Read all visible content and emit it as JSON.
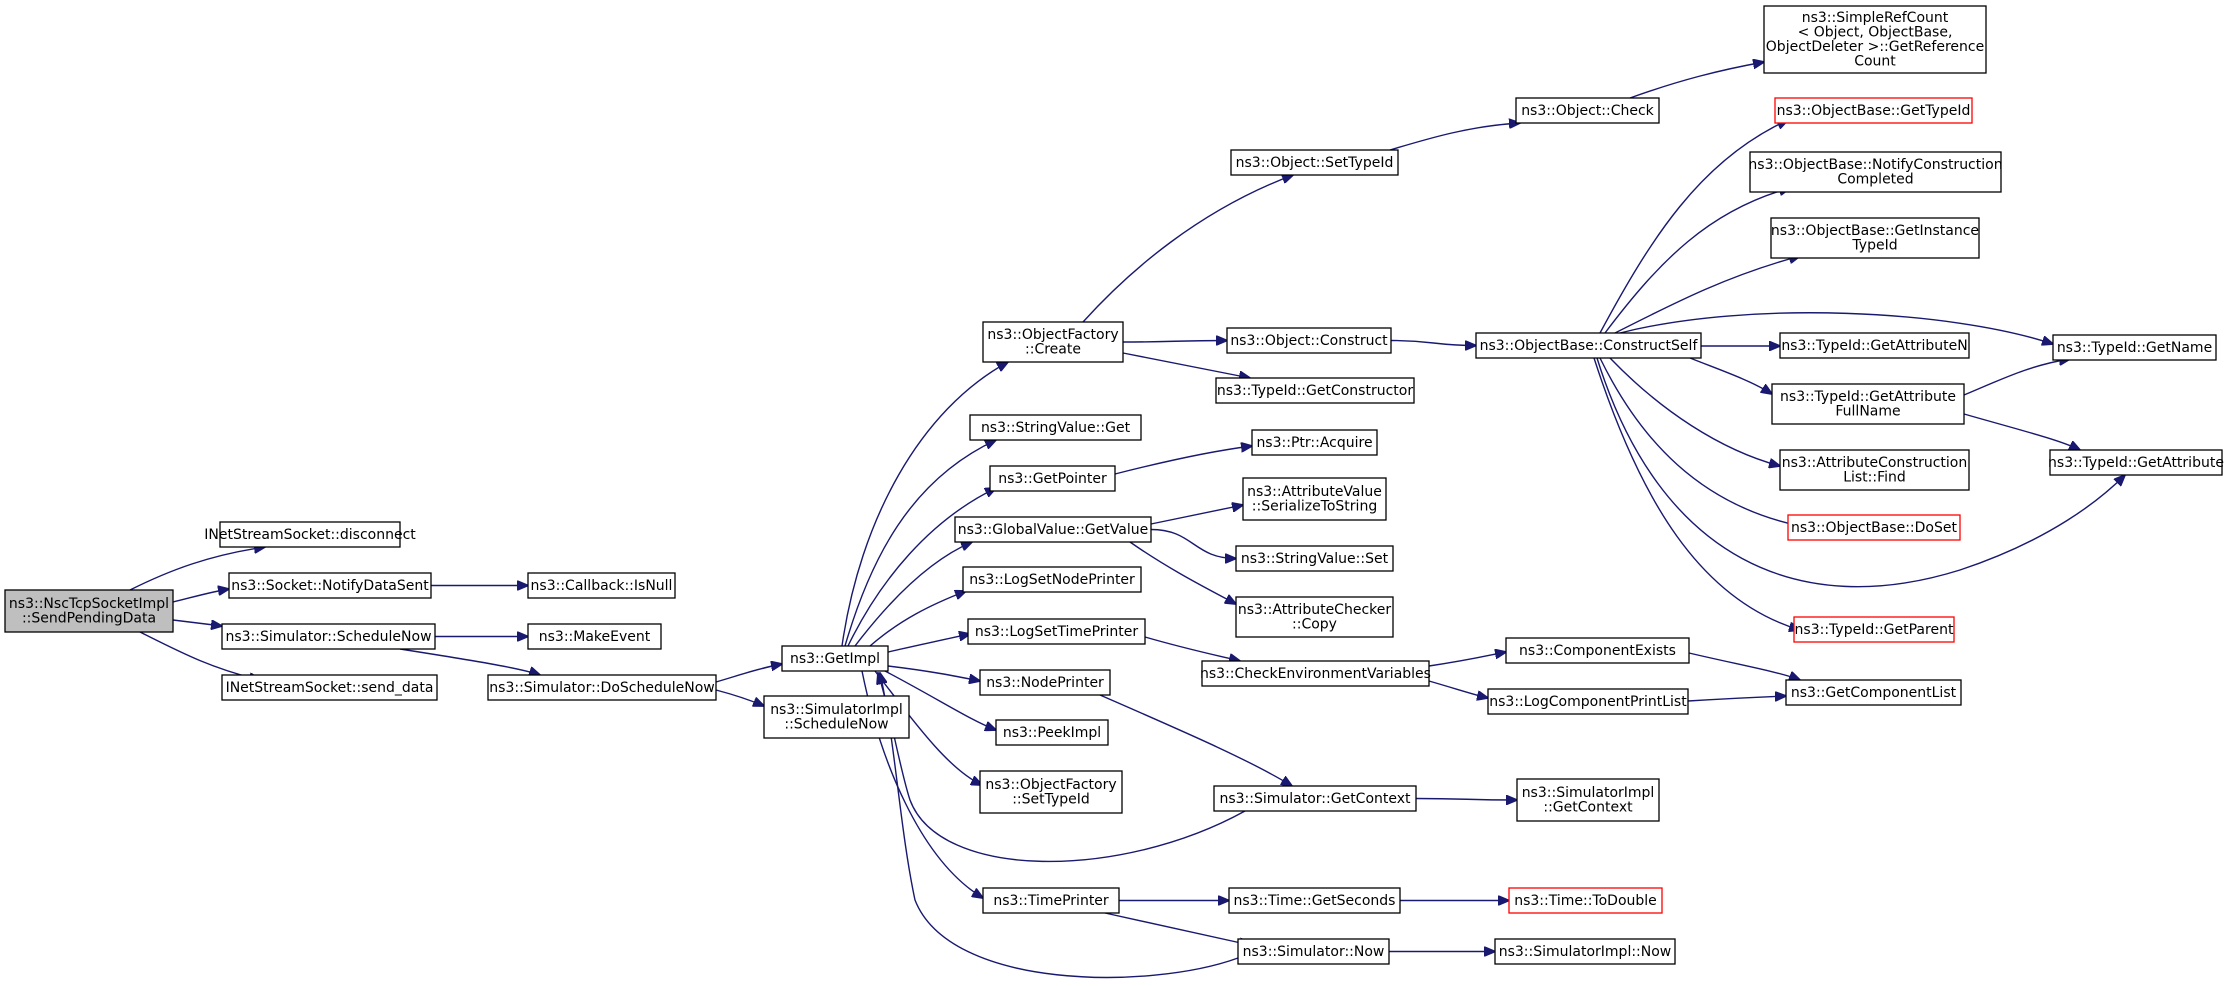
{
  "colors": {
    "edge": "#191970",
    "node_border": "#000000",
    "root_fill": "#bfbfbf",
    "flag_border": "#ff0000"
  },
  "nodes": [
    {
      "id": "root",
      "lines": [
        "ns3::NscTcpSocketImpl",
        "::SendPendingData"
      ],
      "style": "root"
    },
    {
      "id": "disconnect",
      "lines": [
        "INetStreamSocket::disconnect"
      ]
    },
    {
      "id": "notifyds",
      "lines": [
        "ns3::Socket::NotifyDataSent"
      ]
    },
    {
      "id": "isnull",
      "lines": [
        "ns3::Callback::IsNull"
      ]
    },
    {
      "id": "schednow",
      "lines": [
        "ns3::Simulator::ScheduleNow"
      ]
    },
    {
      "id": "makeevent",
      "lines": [
        "ns3::MakeEvent"
      ]
    },
    {
      "id": "senddata",
      "lines": [
        "INetStreamSocket::send_data"
      ]
    },
    {
      "id": "doschednow",
      "lines": [
        "ns3::Simulator::DoScheduleNow"
      ]
    },
    {
      "id": "getimpl",
      "lines": [
        "ns3::GetImpl"
      ]
    },
    {
      "id": "simimplsched",
      "lines": [
        "ns3::SimulatorImpl",
        "::ScheduleNow"
      ]
    },
    {
      "id": "ofcreate",
      "lines": [
        "ns3::ObjectFactory",
        "::Create"
      ]
    },
    {
      "id": "strget",
      "lines": [
        "ns3::StringValue::Get"
      ]
    },
    {
      "id": "getpointer",
      "lines": [
        "ns3::GetPointer"
      ]
    },
    {
      "id": "gvgetvalue",
      "lines": [
        "ns3::GlobalValue::GetValue"
      ]
    },
    {
      "id": "lognode",
      "lines": [
        "ns3::LogSetNodePrinter"
      ]
    },
    {
      "id": "logtime",
      "lines": [
        "ns3::LogSetTimePrinter"
      ]
    },
    {
      "id": "nodeprinter",
      "lines": [
        "ns3::NodePrinter"
      ]
    },
    {
      "id": "peekimpl",
      "lines": [
        "ns3::PeekImpl"
      ]
    },
    {
      "id": "ofsettypeid",
      "lines": [
        "ns3::ObjectFactory",
        "::SetTypeId"
      ]
    },
    {
      "id": "timeprinter",
      "lines": [
        "ns3::TimePrinter"
      ]
    },
    {
      "id": "objsettypeid",
      "lines": [
        "ns3::Object::SetTypeId"
      ]
    },
    {
      "id": "objconstruct",
      "lines": [
        "ns3::Object::Construct"
      ]
    },
    {
      "id": "getconstructor",
      "lines": [
        "ns3::TypeId::GetConstructor"
      ]
    },
    {
      "id": "ptracquire",
      "lines": [
        "ns3::Ptr::Acquire"
      ]
    },
    {
      "id": "avserialize",
      "lines": [
        "ns3::AttributeValue",
        "::SerializeToString"
      ]
    },
    {
      "id": "strset",
      "lines": [
        "ns3::StringValue::Set"
      ]
    },
    {
      "id": "accopy",
      "lines": [
        "ns3::AttributeChecker",
        "::Copy"
      ]
    },
    {
      "id": "checkenv",
      "lines": [
        "ns3::CheckEnvironmentVariables"
      ]
    },
    {
      "id": "simgetcontext",
      "lines": [
        "ns3::Simulator::GetContext"
      ]
    },
    {
      "id": "timegetsec",
      "lines": [
        "ns3::Time::GetSeconds"
      ]
    },
    {
      "id": "simnow",
      "lines": [
        "ns3::Simulator::Now"
      ]
    },
    {
      "id": "objcheck",
      "lines": [
        "ns3::Object::Check"
      ]
    },
    {
      "id": "obconstructself",
      "lines": [
        "ns3::ObjectBase::ConstructSelf"
      ]
    },
    {
      "id": "compexists",
      "lines": [
        "ns3::ComponentExists"
      ]
    },
    {
      "id": "logcomplist",
      "lines": [
        "ns3::LogComponentPrintList"
      ]
    },
    {
      "id": "simimplgetctx",
      "lines": [
        "ns3::SimulatorImpl",
        "::GetContext"
      ]
    },
    {
      "id": "timetodouble",
      "lines": [
        "ns3::Time::ToDouble"
      ],
      "style": "red"
    },
    {
      "id": "simimplnow",
      "lines": [
        "ns3::SimulatorImpl::Now"
      ]
    },
    {
      "id": "simplerefcount",
      "lines": [
        "ns3::SimpleRefCount",
        "< Object, ObjectBase,",
        "ObjectDeleter >::GetReference",
        "Count"
      ]
    },
    {
      "id": "obgettypeid",
      "lines": [
        "ns3::ObjectBase::GetTypeId"
      ],
      "style": "red"
    },
    {
      "id": "obnotify",
      "lines": [
        "ns3::ObjectBase::NotifyConstruction",
        "Completed"
      ]
    },
    {
      "id": "obgetinstance",
      "lines": [
        "ns3::ObjectBase::GetInstance",
        "TypeId"
      ]
    },
    {
      "id": "tidgetattrn",
      "lines": [
        "ns3::TypeId::GetAttributeN"
      ]
    },
    {
      "id": "tidgetattrfull",
      "lines": [
        "ns3::TypeId::GetAttribute",
        "FullName"
      ]
    },
    {
      "id": "acfind",
      "lines": [
        "ns3::AttributeConstruction",
        "List::Find"
      ]
    },
    {
      "id": "obdoset",
      "lines": [
        "ns3::ObjectBase::DoSet"
      ],
      "style": "red"
    },
    {
      "id": "tidgetparent",
      "lines": [
        "ns3::TypeId::GetParent"
      ],
      "style": "red"
    },
    {
      "id": "getcomplist",
      "lines": [
        "ns3::GetComponentList"
      ]
    },
    {
      "id": "tidgetname",
      "lines": [
        "ns3::TypeId::GetName"
      ]
    },
    {
      "id": "tidgetattr",
      "lines": [
        "ns3::TypeId::GetAttribute"
      ]
    }
  ],
  "edges": [
    [
      "root",
      "disconnect"
    ],
    [
      "root",
      "notifyds"
    ],
    [
      "root",
      "schednow"
    ],
    [
      "root",
      "senddata"
    ],
    [
      "notifyds",
      "isnull"
    ],
    [
      "schednow",
      "makeevent"
    ],
    [
      "schednow",
      "doschednow"
    ],
    [
      "doschednow",
      "getimpl"
    ],
    [
      "doschednow",
      "simimplsched"
    ],
    [
      "getimpl",
      "ofcreate"
    ],
    [
      "getimpl",
      "strget"
    ],
    [
      "getimpl",
      "getpointer"
    ],
    [
      "getimpl",
      "gvgetvalue"
    ],
    [
      "getimpl",
      "lognode"
    ],
    [
      "getimpl",
      "logtime"
    ],
    [
      "getimpl",
      "nodeprinter"
    ],
    [
      "getimpl",
      "peekimpl"
    ],
    [
      "getimpl",
      "ofsettypeid"
    ],
    [
      "getimpl",
      "timeprinter"
    ],
    [
      "ofcreate",
      "objsettypeid"
    ],
    [
      "ofcreate",
      "objconstruct"
    ],
    [
      "ofcreate",
      "getconstructor"
    ],
    [
      "getpointer",
      "ptracquire"
    ],
    [
      "gvgetvalue",
      "avserialize"
    ],
    [
      "gvgetvalue",
      "strset"
    ],
    [
      "gvgetvalue",
      "accopy"
    ],
    [
      "logtime",
      "checkenv"
    ],
    [
      "nodeprinter",
      "simgetcontext"
    ],
    [
      "timeprinter",
      "timegetsec"
    ],
    [
      "timeprinter",
      "simnow"
    ],
    [
      "objsettypeid",
      "objcheck"
    ],
    [
      "objconstruct",
      "obconstructself"
    ],
    [
      "checkenv",
      "compexists"
    ],
    [
      "checkenv",
      "logcomplist"
    ],
    [
      "simgetcontext",
      "getimpl"
    ],
    [
      "simgetcontext",
      "simimplgetctx"
    ],
    [
      "timegetsec",
      "timetodouble"
    ],
    [
      "simnow",
      "getimpl"
    ],
    [
      "simnow",
      "simimplnow"
    ],
    [
      "objcheck",
      "simplerefcount"
    ],
    [
      "obconstructself",
      "obgettypeid"
    ],
    [
      "obconstructself",
      "obnotify"
    ],
    [
      "obconstructself",
      "obgetinstance"
    ],
    [
      "obconstructself",
      "tidgetname"
    ],
    [
      "obconstructself",
      "tidgetattrn"
    ],
    [
      "obconstructself",
      "tidgetattrfull"
    ],
    [
      "obconstructself",
      "acfind"
    ],
    [
      "obconstructself",
      "obdoset"
    ],
    [
      "obconstructself",
      "tidgetattr"
    ],
    [
      "obconstructself",
      "tidgetparent"
    ],
    [
      "compexists",
      "getcomplist"
    ],
    [
      "logcomplist",
      "getcomplist"
    ],
    [
      "tidgetattrfull",
      "tidgetname"
    ],
    [
      "tidgetattrfull",
      "tidgetattr"
    ]
  ]
}
